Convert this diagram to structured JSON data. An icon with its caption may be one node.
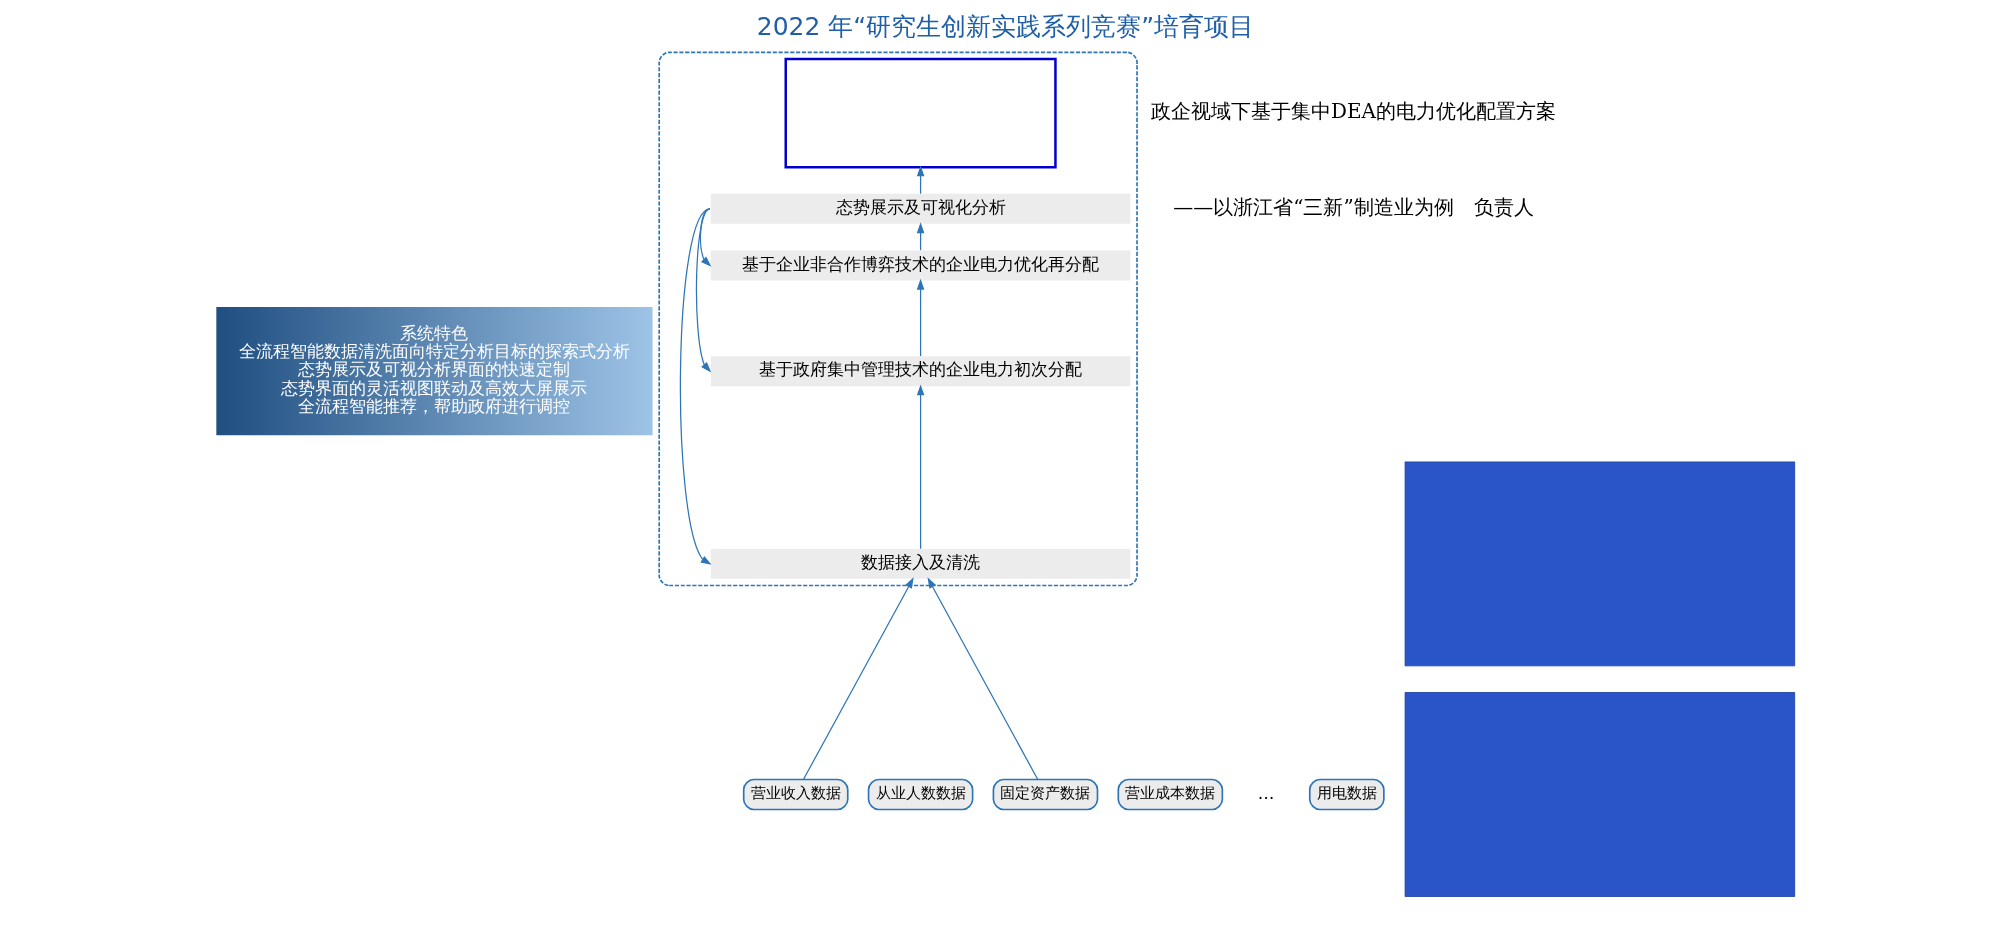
{
  "diagram": {
    "title": "2022 年“研究生创新实践系列竞赛”培育项目",
    "nodes": [
      {
        "text": [
          "系统特色",
          "全流程智能数据清洗面向特定分析目标的探索式分析",
          "态势展示及可视分析界面的快速定制",
          "态势界面的灵活视图联动及高效大屏展示",
          "全流程智能推荐，帮助政府进行调控"
        ]
      },
      {
        "text": [],
        "shape": "box"
      },
      {
        "text": [],
        "shape": "box",
        "in": 1
      },
      {
        "text": [
          "态势展示及可视化分析"
        ],
        "in": 1
      },
      {
        "text": [
          "基于企业非合作博弈技术的企业电力优化再分配"
        ],
        "in": 1
      },
      {
        "text": [
          "基于政府集中管理技术的企业电力初次分配"
        ],
        "in": 1
      },
      {
        "text": [
          "数据接入及清洗"
        ],
        "in": 1
      },
      {
        "text": [
          "用电数据"
        ]
      },
      {
        "text": [
          "营业收入数据"
        ]
      },
      {
        "text": [
          "从业人数数据"
        ]
      },
      {
        "text": [
          "固定资产数据"
        ]
      },
      {
        "text": [
          "营业成本数据"
        ]
      },
      {
        "text": [],
        "shape": "box"
      },
      {
        "text": [],
        "shape": "box"
      }
    ],
    "edges": [
      {
        "from": 3,
        "to": 2,
        "arrow": "to"
      },
      {
        "from": 4,
        "to": 3,
        "arrow": "to"
      },
      {
        "from": 5,
        "to": 4,
        "arrow": "to"
      },
      {
        "from": 6,
        "to": 5,
        "arrow": "to"
      },
      {
        "from": 8,
        "to": 6,
        "arrow": "to"
      },
      {
        "from": 10,
        "to": 6,
        "arrow": "to"
      },
      {
        "from": 3,
        "to": 4,
        "arrow": "to"
      },
      {
        "from": 3,
        "to": 5,
        "arrow": "to"
      },
      {
        "from": 3,
        "to": 6,
        "arrow": "to"
      }
    ],
    "labels": [
      "政企视域下基于集中DEA的电力优化配置方案",
      "——以浙江省“三新”制造业为例　负责人",
      "…"
    ]
  }
}
